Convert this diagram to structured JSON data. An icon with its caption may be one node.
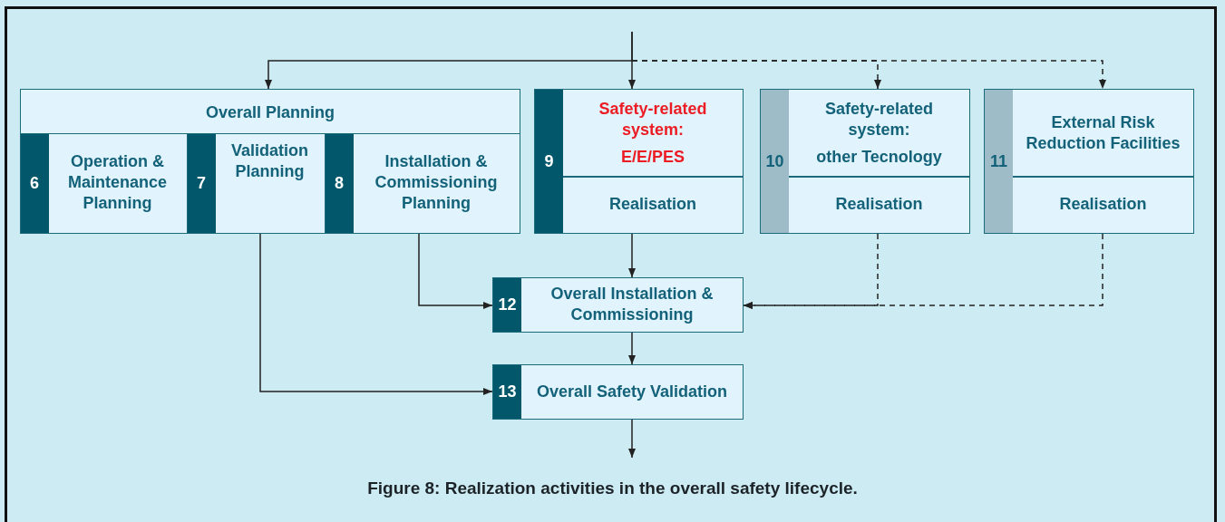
{
  "diagram": {
    "caption": "Figure 8: Realization activities in the overall safety lifecycle.",
    "nodes": [
      {
        "text": [
          "Overall Planning"
        ]
      },
      {
        "text": [
          "6",
          "Operation & Maintenance Planning"
        ],
        "in": 0
      },
      {
        "text": [
          "7",
          "Validation Planning"
        ],
        "in": 0
      },
      {
        "text": [
          "8",
          "Installation & Commissioning Planning"
        ],
        "in": 0
      },
      {
        "text": [
          "9",
          "Safety-related system:",
          "E/E/PES",
          "Realisation"
        ]
      },
      {
        "text": [
          "10",
          "Safety-related system:",
          "other Tecnology",
          "Realisation"
        ]
      },
      {
        "text": [
          "11",
          "External Risk Reduction Facilities",
          "Realisation"
        ]
      },
      {
        "text": [
          "12",
          "Overall Installation & Commissioning"
        ]
      },
      {
        "text": [
          "13",
          "Overall Safety Validation"
        ]
      }
    ],
    "edges": [
      {
        "from": null,
        "to": 0,
        "arrow": "to"
      },
      {
        "from": null,
        "to": 4,
        "arrow": "to"
      },
      {
        "from": null,
        "to": 5,
        "arrow": "to",
        "style": "dashed"
      },
      {
        "from": null,
        "to": 6,
        "arrow": "to",
        "style": "dashed"
      },
      {
        "from": 3,
        "to": 7,
        "arrow": "to"
      },
      {
        "from": 4,
        "to": 7,
        "arrow": "to"
      },
      {
        "from": 5,
        "to": 7,
        "arrow": "to",
        "style": "dashed"
      },
      {
        "from": 6,
        "to": 7,
        "arrow": "to",
        "style": "dashed"
      },
      {
        "from": 7,
        "to": 8,
        "arrow": "to"
      },
      {
        "from": 2,
        "to": 8,
        "arrow": "to"
      },
      {
        "from": 8,
        "to": null,
        "arrow": "to"
      }
    ]
  }
}
